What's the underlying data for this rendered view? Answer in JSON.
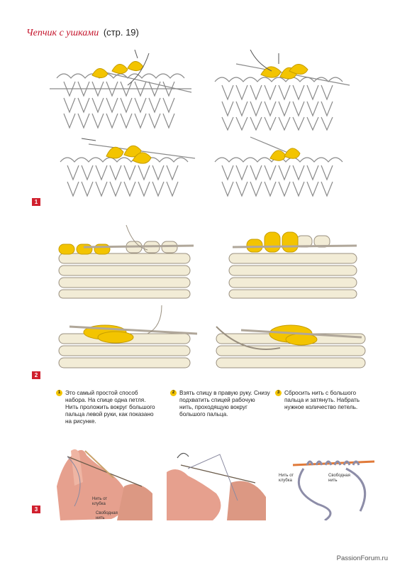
{
  "header": {
    "title_italic": "Чепчик с ушками",
    "title_rest": "(стр. 19)"
  },
  "section_numbers": [
    "1",
    "2",
    "3"
  ],
  "steps": [
    {
      "bullet": "1",
      "text": "Это самый простой способ набора. На спице одна петля. Нить проложить вокруг большого пальца левой руки, как показано на рисунке."
    },
    {
      "bullet": "2",
      "text": "Взять спицу в правую руку. Снизу подхватить спицей рабочую нить, проходящую вокруг большого пальца."
    },
    {
      "bullet": "3",
      "text": "Сбросить нить с большого пальца и затянуть. Набрать нужное количество петель."
    }
  ],
  "photo_labels": {
    "from_ball": "Нить от клубка",
    "free_yarn": "Свободная нить",
    "from_ball_2": "Нить от клубка",
    "free_yarn_2": "Свободная нить"
  },
  "colors": {
    "accent_red": "#c4142b",
    "yarn_yellow": "#f3c400",
    "fabric_outline": "#8a8a8a",
    "cream": "#f2ecd6"
  },
  "watermark": "PassionForum.ru"
}
